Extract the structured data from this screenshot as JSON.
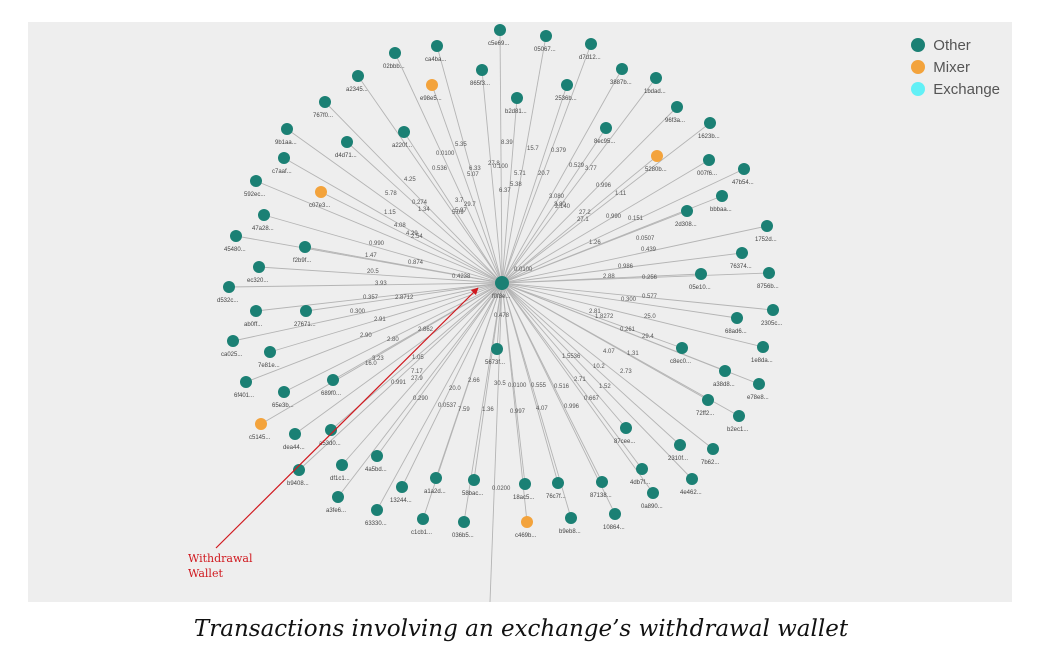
{
  "legend": [
    {
      "label": "Other",
      "color": "#1b8074"
    },
    {
      "label": "Mixer",
      "color": "#f3a33c"
    },
    {
      "label": "Exchange",
      "color": "#62f0f6"
    }
  ],
  "colors": {
    "other": "#1b8074",
    "mixer": "#f3a33c",
    "exchange": "#62f0f6",
    "edge": "#b4b4b4",
    "annotation": "#d0191f"
  },
  "center": {
    "label": "f0f8e..."
  },
  "annotation": {
    "line1": "Withdrawal",
    "line2": "Wallet"
  },
  "caption": "Transactions involving an exchange’s withdrawal wallet",
  "nodes": [
    {
      "label": "ca4ba...",
      "type": "other"
    },
    {
      "label": "c5e69...",
      "type": "other"
    },
    {
      "label": "05067...",
      "type": "other"
    },
    {
      "label": "d7d12...",
      "type": "other"
    },
    {
      "label": "02bbb...",
      "type": "other"
    },
    {
      "label": "e98e5...",
      "type": "mixer"
    },
    {
      "label": "865f3...",
      "type": "other"
    },
    {
      "label": "2536b...",
      "type": "other"
    },
    {
      "label": "3887b...",
      "type": "other"
    },
    {
      "label": "1bdad...",
      "type": "other"
    },
    {
      "label": "a2345...",
      "type": "other"
    },
    {
      "label": "b2d81...",
      "type": "other"
    },
    {
      "label": "767f0...",
      "type": "other"
    },
    {
      "label": "96f3a...",
      "type": "other"
    },
    {
      "label": "1623b...",
      "type": "other"
    },
    {
      "label": "9b1aa...",
      "type": "other"
    },
    {
      "label": "a220f...",
      "type": "other"
    },
    {
      "label": "8ec95...",
      "type": "other"
    },
    {
      "label": "d4d71...",
      "type": "other"
    },
    {
      "label": "5280b...",
      "type": "mixer"
    },
    {
      "label": "007f6...",
      "type": "other"
    },
    {
      "label": "c7aaf...",
      "type": "other"
    },
    {
      "label": "47b54...",
      "type": "other"
    },
    {
      "label": "592ec...",
      "type": "other"
    },
    {
      "label": "c07e3...",
      "type": "mixer"
    },
    {
      "label": "bbbaa...",
      "type": "other"
    },
    {
      "label": "2d308...",
      "type": "other"
    },
    {
      "label": "47a28...",
      "type": "other"
    },
    {
      "label": "1752d...",
      "type": "other"
    },
    {
      "label": "45480...",
      "type": "other"
    },
    {
      "label": "f2b9f...",
      "type": "other"
    },
    {
      "label": "76374...",
      "type": "other"
    },
    {
      "label": "ec320...",
      "type": "other"
    },
    {
      "label": "05e10...",
      "type": "other"
    },
    {
      "label": "8756b...",
      "type": "other"
    },
    {
      "label": "d532c...",
      "type": "other"
    },
    {
      "label": "ab0ff...",
      "type": "other"
    },
    {
      "label": "27671...",
      "type": "other"
    },
    {
      "label": "2305c...",
      "type": "other"
    },
    {
      "label": "68ad6...",
      "type": "other"
    },
    {
      "label": "ca025...",
      "type": "other"
    },
    {
      "label": "7e81e...",
      "type": "other"
    },
    {
      "label": "5673f...",
      "type": "other"
    },
    {
      "label": "1e8da...",
      "type": "other"
    },
    {
      "label": "c8ec0...",
      "type": "other"
    },
    {
      "label": "6f401...",
      "type": "other"
    },
    {
      "label": "689f0...",
      "type": "other"
    },
    {
      "label": "a38d8...",
      "type": "other"
    },
    {
      "label": "e78e8...",
      "type": "other"
    },
    {
      "label": "65e3b...",
      "type": "other"
    },
    {
      "label": "72ff2...",
      "type": "other"
    },
    {
      "label": "b2ec1...",
      "type": "other"
    },
    {
      "label": "c5145...",
      "type": "mixer"
    },
    {
      "label": "dea44...",
      "type": "other"
    },
    {
      "label": "a53d0...",
      "type": "other"
    },
    {
      "label": "87cee...",
      "type": "other"
    },
    {
      "label": "2310f...",
      "type": "other"
    },
    {
      "label": "7b62...",
      "type": "other"
    },
    {
      "label": "b9408...",
      "type": "other"
    },
    {
      "label": "df1c1...",
      "type": "other"
    },
    {
      "label": "4a5bd...",
      "type": "other"
    },
    {
      "label": "4db7f...",
      "type": "other"
    },
    {
      "label": "4e462...",
      "type": "other"
    },
    {
      "label": "a3fe6...",
      "type": "other"
    },
    {
      "label": "13244...",
      "type": "other"
    },
    {
      "label": "a1a2d...",
      "type": "other"
    },
    {
      "label": "58bac...",
      "type": "other"
    },
    {
      "label": "18ac5...",
      "type": "other"
    },
    {
      "label": "76c7f...",
      "type": "other"
    },
    {
      "label": "87138...",
      "type": "other"
    },
    {
      "label": "0a890...",
      "type": "other"
    },
    {
      "label": "63330...",
      "type": "other"
    },
    {
      "label": "c1cb1...",
      "type": "other"
    },
    {
      "label": "036b5...",
      "type": "other"
    },
    {
      "label": "c469b...",
      "type": "mixer"
    },
    {
      "label": "b9eb8...",
      "type": "other"
    },
    {
      "label": "10864...",
      "type": "other"
    }
  ],
  "edge_labels": [
    "5.35",
    "8.39",
    "15.7",
    "0.379",
    "0.0100",
    "6.33",
    "27.8",
    "0.100",
    "0.529",
    "3.77",
    "0.536",
    "5.07",
    "5.71",
    "20.7",
    "4.25",
    "5.38",
    "0.996",
    "6.37",
    "3.080",
    "1.11",
    "5.78",
    "0.274",
    "3.7",
    "29.7",
    "3.80",
    "2.140",
    "1.34",
    "5.97",
    "5.09",
    "27.2",
    "0.990",
    "0.151",
    "1.15",
    "4.08",
    "27.1",
    "4.29",
    "0.0507",
    "2.54",
    "1.26",
    "0.990",
    "0.439",
    "1.47",
    "0.874",
    "0.986",
    "20.5",
    "2.88",
    "0.4238",
    "0.256",
    "0.0100",
    "3.93",
    "0.357",
    "2.8712",
    "0.300",
    "0.577",
    "0.300",
    "0.478",
    "2.91",
    "2.81",
    "25.0",
    "1.8272",
    "2.862",
    "0.261",
    "2.90",
    "2.80",
    "29.4",
    "1.5536",
    "4.07",
    "1.31",
    "3.23",
    "16.0",
    "1.05",
    "10.2",
    "2.73",
    "7.17",
    "27.9",
    "2.66",
    "30.5",
    "0.0100",
    "0.555",
    "0.516",
    "2.71",
    "1.52",
    "0.991",
    "20.0",
    "0.290",
    "0.0537",
    "0.667",
    "7.59",
    "1.36",
    "0.997",
    "4.07",
    "0.996",
    "0.0200"
  ]
}
